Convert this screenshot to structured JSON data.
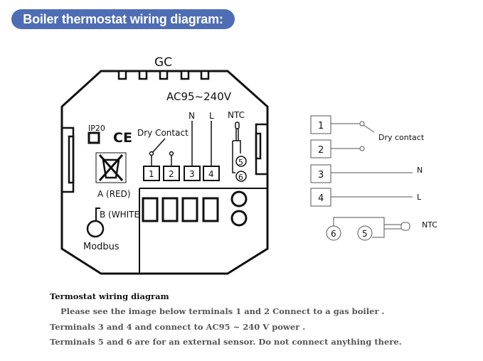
{
  "header": {
    "title": "Boiler thermostat wiring diagram:",
    "accent_color": "#4e6db4"
  },
  "device": {
    "model_label": "GC",
    "voltage_label": "AC95~240V",
    "ip_rating": "IP20",
    "ce_mark": "CE",
    "dry_contact_label": "Dry Contact",
    "n_label": "N",
    "l_label": "L",
    "ntc_label": "NTC",
    "terminals": [
      "1",
      "2",
      "3",
      "4"
    ],
    "sensor_terminals": [
      "5",
      "6"
    ],
    "modbus_a_label": "A (RED)",
    "modbus_b_label": "B (WHITE",
    "modbus_label": "Modbus",
    "icons": [
      "ip20-square-icon",
      "ce-mark-icon",
      "weee-crossed-bin-icon"
    ]
  },
  "schematic": {
    "terminals": [
      {
        "num": "1",
        "connection": "Dry contact"
      },
      {
        "num": "2",
        "connection": ""
      },
      {
        "num": "3",
        "connection": "N"
      },
      {
        "num": "4",
        "connection": "L"
      }
    ],
    "sensor_terminals": [
      "6",
      "5"
    ],
    "ntc_label": "NTC",
    "dry_contact_label": "Dry contact"
  },
  "notes": {
    "heading": "Termostat wiring diagram",
    "lines": [
      "Please see the image below terminals 1 and 2 Connect to a gas boiler .",
      "Terminals 3 and 4 and connect to AC95 ~ 240 V power .",
      "Terminals 5 and 6 are for an external sensor. Do not connect anything there."
    ]
  }
}
